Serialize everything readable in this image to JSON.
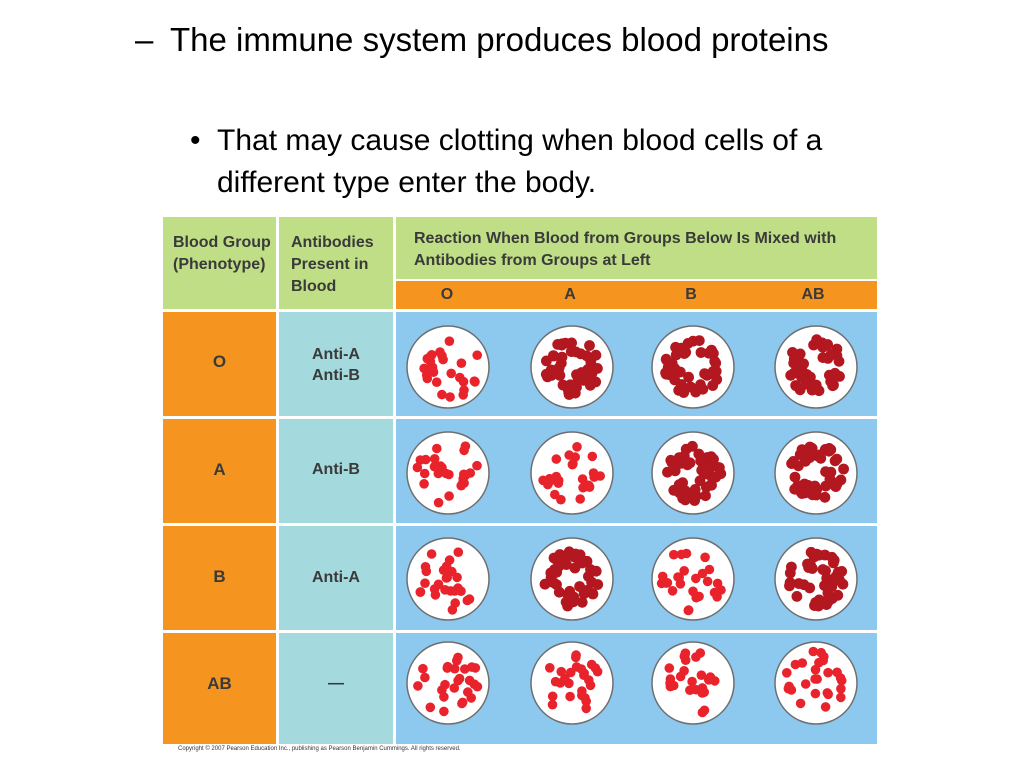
{
  "slide": {
    "bullet1": {
      "marker": "–",
      "text": "The immune system produces blood proteins"
    },
    "bullet2": {
      "marker": "•",
      "text": "That may cause clotting when blood cells of a different type enter the body."
    }
  },
  "table": {
    "header": {
      "col1": "Blood Group (Phenotype)",
      "col2": "Antibodies Present in Blood",
      "col3": "Reaction When Blood from Groups Below Is Mixed with Antibodies from Groups at Left"
    },
    "donor_groups": [
      "O",
      "A",
      "B",
      "AB"
    ],
    "rows": [
      {
        "group": "O",
        "antibodies": [
          "Anti-A",
          "Anti-B"
        ],
        "reactions": [
          "none",
          "clump",
          "clump",
          "clump"
        ]
      },
      {
        "group": "A",
        "antibodies": [
          "Anti-B"
        ],
        "reactions": [
          "none",
          "none",
          "clump",
          "clump"
        ]
      },
      {
        "group": "B",
        "antibodies": [
          "Anti-A"
        ],
        "reactions": [
          "none",
          "clump",
          "none",
          "clump"
        ]
      },
      {
        "group": "AB",
        "antibodies": [
          "—"
        ],
        "reactions": [
          "none",
          "none",
          "none",
          "none"
        ]
      }
    ],
    "copyright": "Copyright © 2007 Pearson Education Inc., publishing as Pearson Benjamin Cummings. All rights reserved."
  },
  "colors": {
    "header_green": "#bfde86",
    "header_orange": "#f5941e",
    "antibody_column": "#a4d9dd",
    "reaction_area": "#8dc8ef",
    "red_cell": "#e8232b",
    "clumped_cell": "#b3171f"
  }
}
